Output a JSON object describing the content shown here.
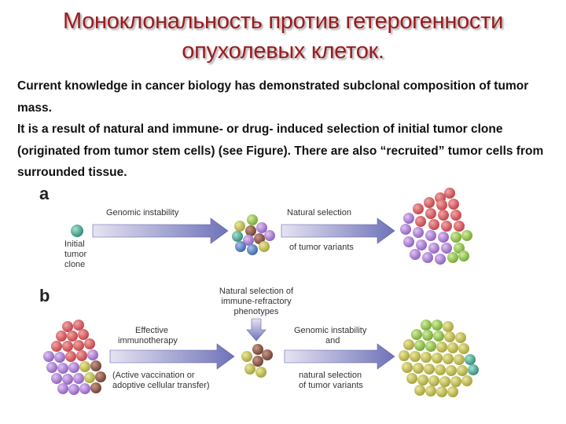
{
  "slide": {
    "title_line1": "Моноклональность против гетерогенности",
    "title_line2": "опухолевых клеток.",
    "paragraph1": "Current knowledge  in cancer biology has demonstrated subclonal composition of tumor mass.",
    "paragraph2": "It is a result of natural and immune- or drug- induced selection of initial tumor clone (originated from tumor stem cells) (see Figure). There are also “recruited” tumor cells from surrounded tissue."
  },
  "figure": {
    "panel_a": {
      "letter": "a",
      "initial_lines": [
        "Initial",
        "tumor",
        "clone"
      ],
      "arrow1_label": "Genomic instability",
      "arrow2_top": "Natural selection",
      "arrow2_bottom": "of tumor variants"
    },
    "panel_b": {
      "letter": "b",
      "arrow1_top": [
        "Effective",
        "immunotherapy"
      ],
      "arrow1_bottom": [
        "(Active vaccination or",
        "adoptive cellular transfer)"
      ],
      "middle_lines": [
        "Natural selection of",
        "immune-refractory",
        "phenotypes"
      ],
      "arrow2_top": [
        "Genomic instability",
        "and"
      ],
      "arrow2_bottom": [
        "natural selection",
        "of tumor variants"
      ]
    },
    "colors": {
      "title": "#9b1b1f",
      "teal": "#3c9a86",
      "red": "#d4555a",
      "purple": "#a77ad0",
      "green": "#8ec047",
      "olive": "#b9b545",
      "brown": "#7a4a3a",
      "blue": "#4d74b8",
      "arrow": "#7a7ec0"
    }
  }
}
